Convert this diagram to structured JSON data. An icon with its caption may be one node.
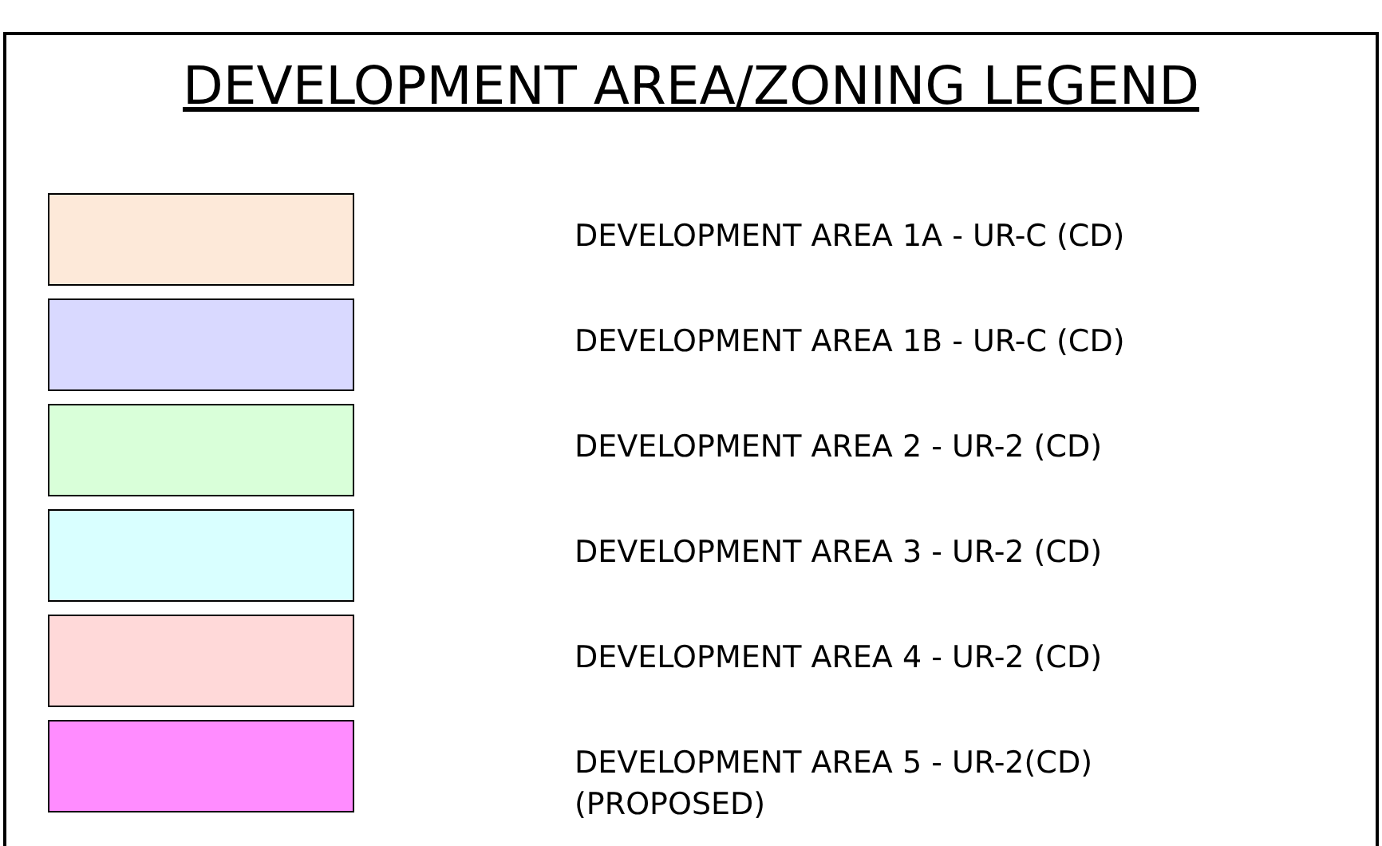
{
  "diagram": {
    "title": "DEVELOPMENT AREA/ZONING LEGEND",
    "legend": [
      {
        "text": "DEVELOPMENT AREA 1A - UR-C (CD)",
        "color": "#fde9d9"
      },
      {
        "text": "DEVELOPMENT AREA 1B - UR-C (CD)",
        "color": "#d9d9ff"
      },
      {
        "text": "DEVELOPMENT AREA 2 - UR-2 (CD)",
        "color": "#d9ffd9"
      },
      {
        "text": "DEVELOPMENT AREA 3 - UR-2 (CD)",
        "color": "#d9ffff"
      },
      {
        "text": "DEVELOPMENT AREA 4 - UR-2 (CD)",
        "color": "#ffd9d9"
      },
      {
        "text": "DEVELOPMENT AREA 5 - UR-2(CD) (PROPOSED)",
        "color": "#ff8cff"
      }
    ]
  }
}
